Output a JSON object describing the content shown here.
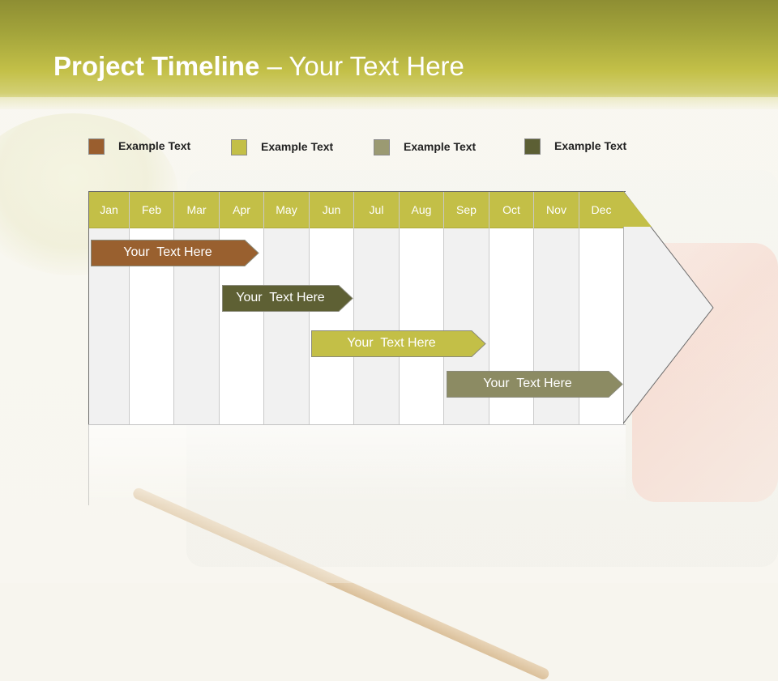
{
  "slide": {
    "title_bold": "Project Timeline",
    "title_rest": " – Your Text Here"
  },
  "legend": [
    {
      "label": "Example Text",
      "color": "#9a5e2e"
    },
    {
      "label": "Example Text",
      "color": "#c3bf47"
    },
    {
      "label": "Example Text",
      "color": "#9b9a72"
    },
    {
      "label": "Example Text",
      "color": "#5c5f34"
    }
  ],
  "months": [
    "Jan",
    "Feb",
    "Mar",
    "Apr",
    "May",
    "Jun",
    "Jul",
    "Aug",
    "Sep",
    "Oct",
    "Nov",
    "Dec"
  ],
  "tasks": [
    {
      "label": "Your  Text Here",
      "color": "#99602f",
      "start_month": "Jan",
      "end_month": "Apr"
    },
    {
      "label": "Your  Text Here",
      "color": "#5e6034",
      "start_month": "Apr",
      "end_month": "Jun"
    },
    {
      "label": "Your  Text Here",
      "color": "#c3bf47",
      "start_month": "Jun",
      "end_month": "Sep"
    },
    {
      "label": "Your  Text Here",
      "color": "#8c8b63",
      "start_month": "Sep",
      "end_month": "Dec"
    }
  ],
  "colors": {
    "header_accent": "#c3bf47",
    "grid_line": "#c9c9c9"
  }
}
